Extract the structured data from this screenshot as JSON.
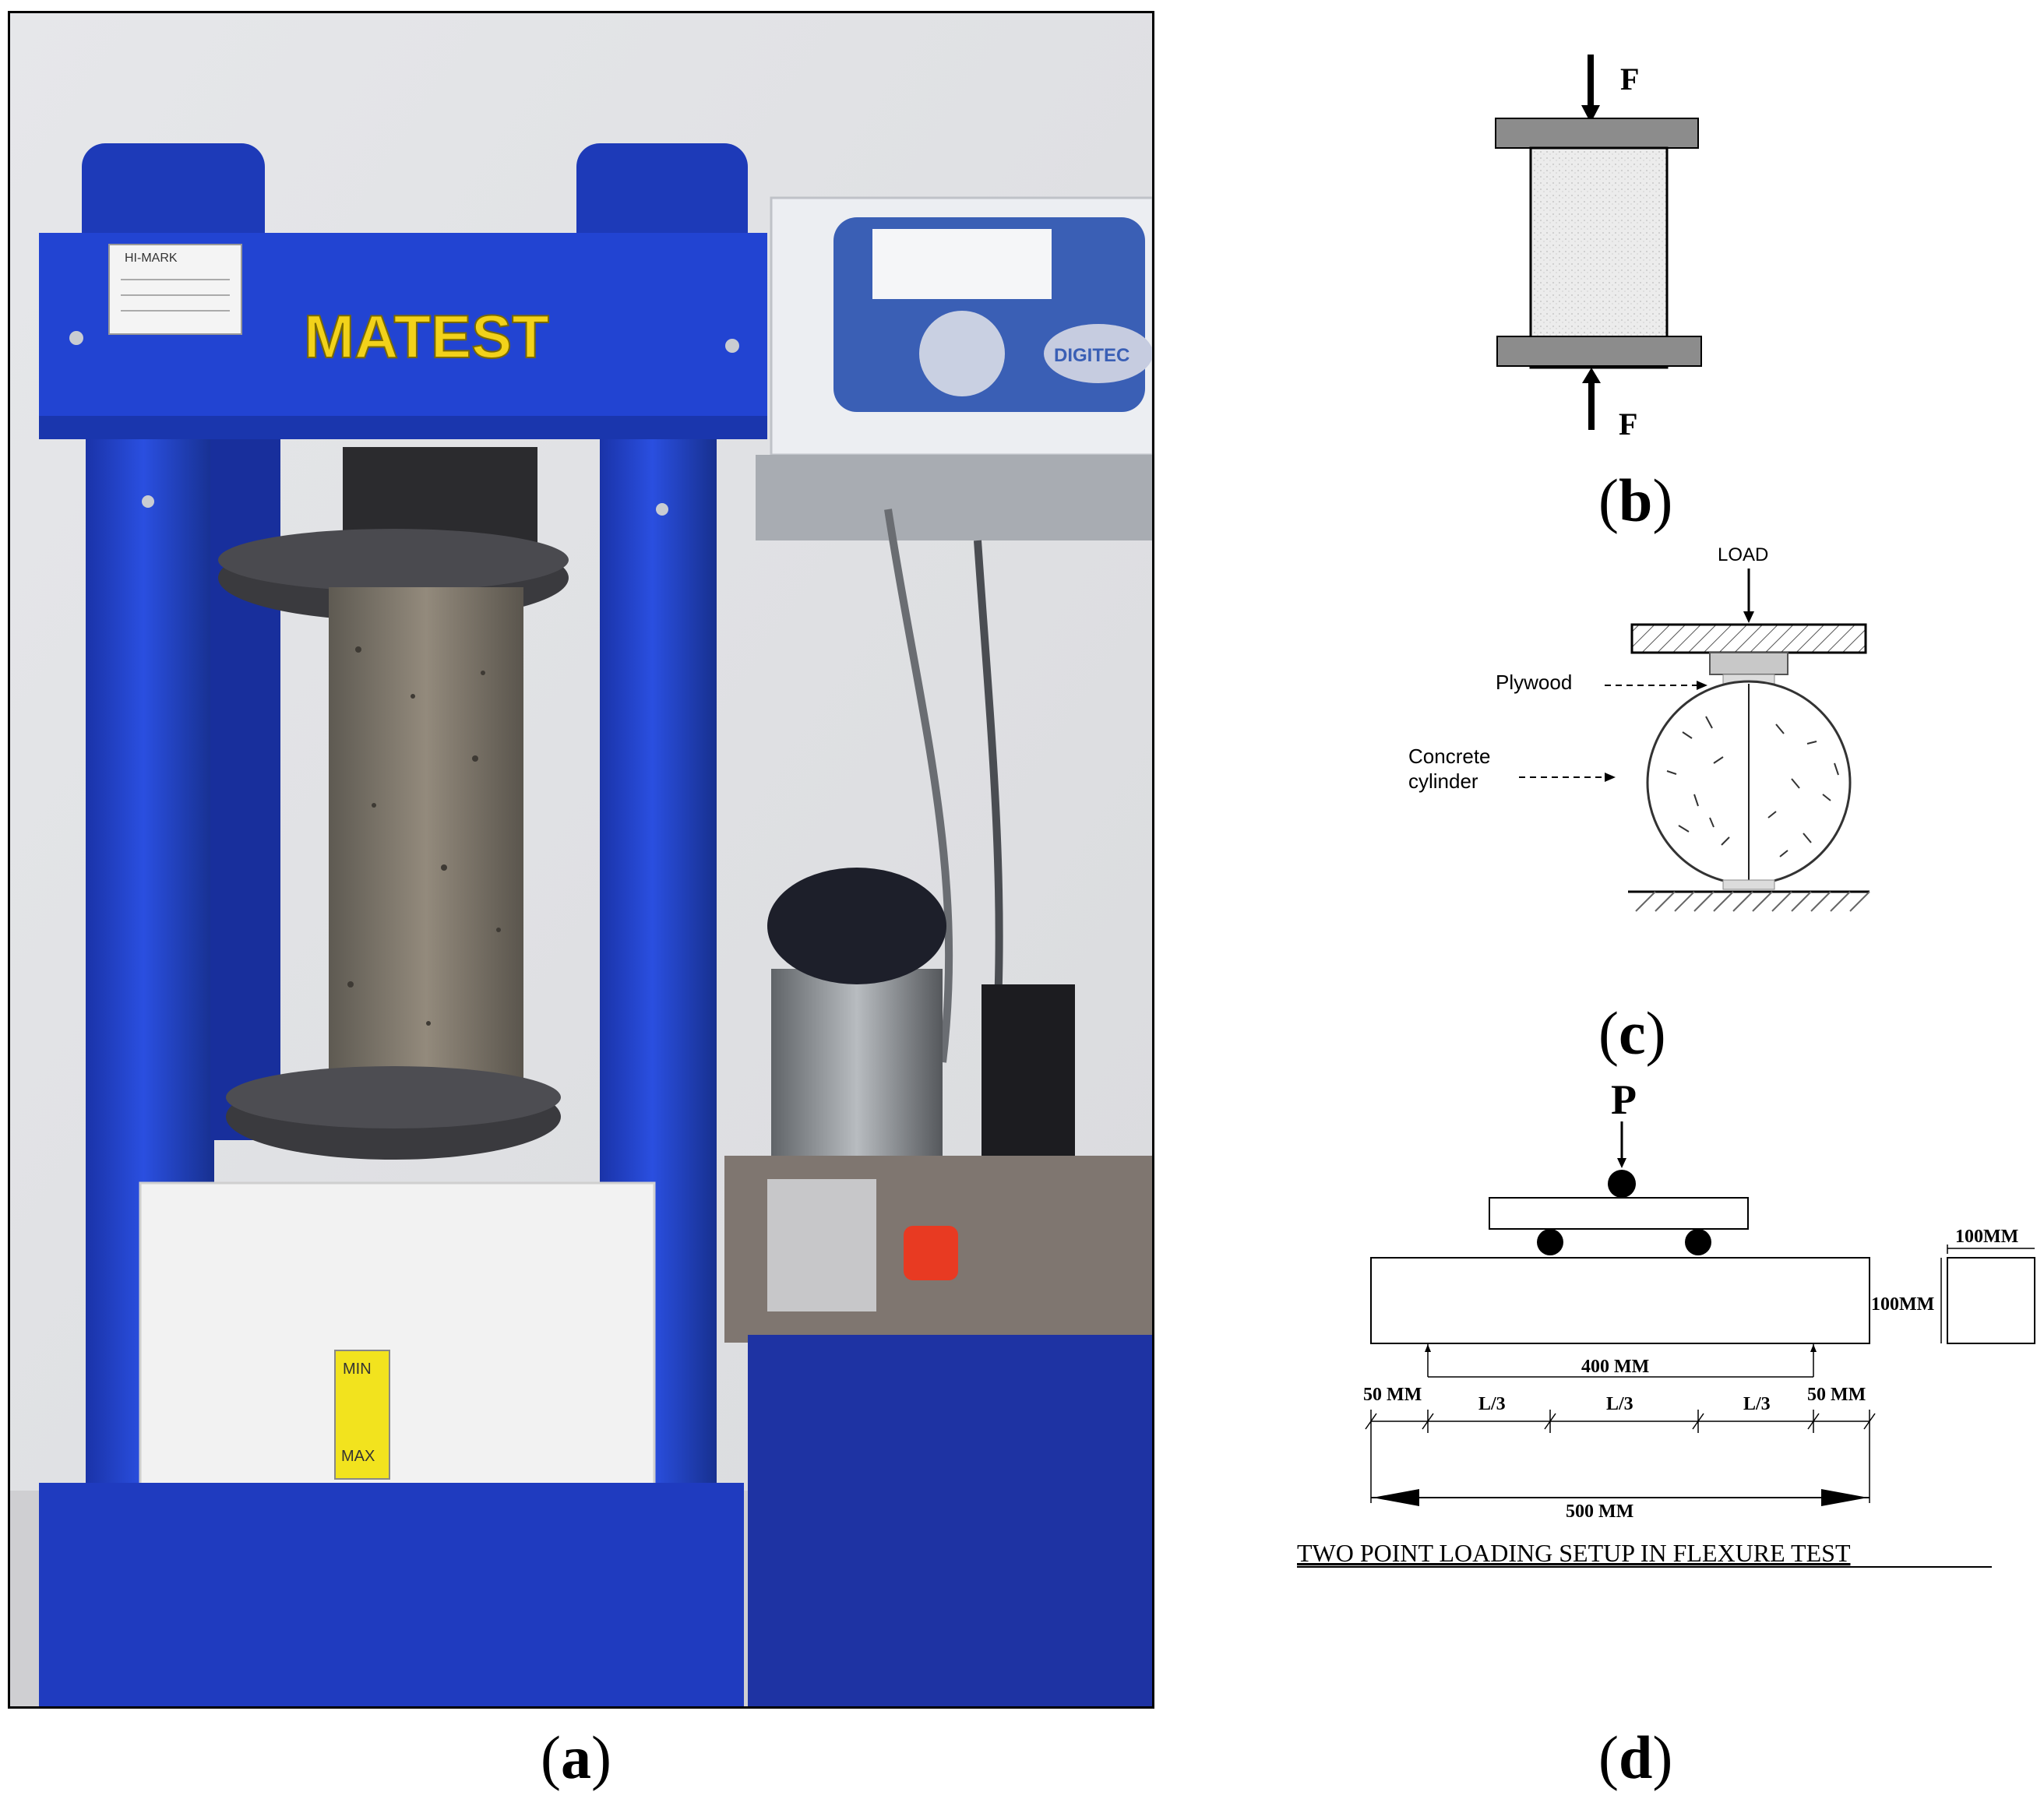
{
  "panel_a": {
    "caption": "a",
    "brand": "MATEST",
    "controller_brand": "DIGITEC",
    "gauge_min": "MIN",
    "gauge_max": "MAX",
    "label_sticker": "HI-MARK"
  },
  "panel_b": {
    "caption": "b",
    "force_top": "F",
    "force_bottom": "F"
  },
  "panel_c": {
    "caption": "c",
    "load": "LOAD",
    "plywood": "Plywood",
    "cylinder_line1": "Concrete",
    "cylinder_line2": "cylinder"
  },
  "panel_d": {
    "caption": "d",
    "load": "P",
    "width": "100MM",
    "height": "100MM",
    "span": "400 MM",
    "left_overhang": "50 MM",
    "right_overhang": "50 MM",
    "third_1": "L/3",
    "third_2": "L/3",
    "third_3": "L/3",
    "total_length": "500 MM",
    "title": "TWO POINT LOADING SETUP IN FLEXURE TEST"
  },
  "colors": {
    "machine_blue": "#1f3ec4",
    "frame_blue": "#2446d6",
    "base_white": "#f2f2f2",
    "concrete": "#8a8275",
    "wall": "#e9e9ec",
    "logo_yellow": "#f2d21a"
  }
}
